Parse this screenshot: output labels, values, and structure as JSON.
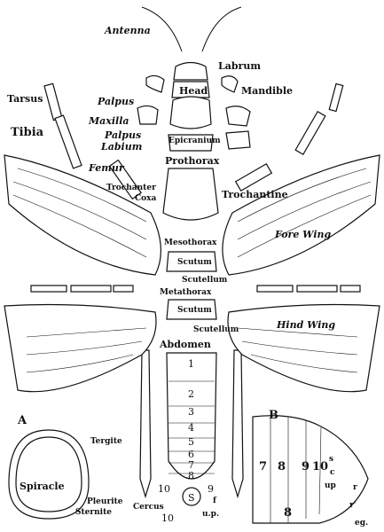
{
  "labels": {
    "antenna": "Antenna",
    "labrum": "Labrum",
    "head": "Head",
    "mandible": "Mandible",
    "tarsus": "Tarsus",
    "palpus_top": "Palpus",
    "maxilla": "Maxilla",
    "tibia": "Tibia",
    "palpus_labium": "Palpus",
    "labium": "Labium",
    "epicranium": "Epicranium",
    "femur": "Femur",
    "prothorax": "Prothorax",
    "trochanter": "Trochanter",
    "coxa": "Coxa",
    "trochantine": "Trochantine",
    "mesothorax": "Mesothorax",
    "scutum_meso": "Scutum",
    "scutellum_meso": "Scutellum",
    "fore_wing": "Fore Wing",
    "metathorax": "Metathorax",
    "scutum_meta": "Scutum",
    "scutellum_meta": "Scutellum",
    "hind_wing": "Hind Wing",
    "abdomen": "Abdomen",
    "panel_a": "A",
    "tergite": "Tergite",
    "spiracle": "Spiracle",
    "pleurite": "Pleurite",
    "sternite": "Sternite",
    "panel_b": "B",
    "cercus": "Cercus",
    "up_bottom": "u.p.",
    "f_label": "f",
    "nine_label": "9",
    "ten_left": "10",
    "ten_bottom": "10",
    "s_mark": "S",
    "b_s": "s",
    "b_c": "c",
    "b_up": "up",
    "b_r": "r",
    "b_r2": "r'",
    "b_eg": "eg."
  },
  "segments": [
    "1",
    "2",
    "3",
    "4",
    "5",
    "6",
    "7",
    "8"
  ],
  "panel_b_numbers": [
    "7",
    "8",
    "9",
    "10",
    "8"
  ]
}
